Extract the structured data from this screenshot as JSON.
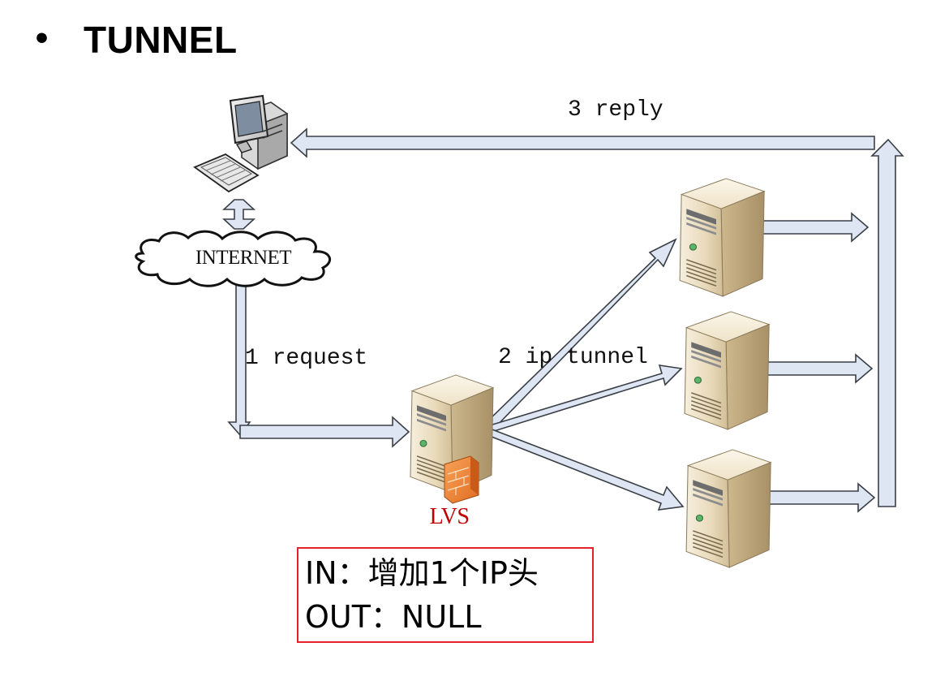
{
  "title": {
    "bullet": "•",
    "text": "TUNNEL"
  },
  "diagram": {
    "labels": {
      "reply": "3 reply",
      "request": "1 request",
      "ip_tunnel": "2 ip tunnel",
      "internet": "INTERNET",
      "lvs": "LVS"
    },
    "nodes": [
      {
        "id": "client",
        "icon": "desktop-computer-icon"
      },
      {
        "id": "internet",
        "icon": "cloud-icon"
      },
      {
        "id": "lvs",
        "icon": "server-with-firewall-icon"
      },
      {
        "id": "real-server-1",
        "icon": "server-icon"
      },
      {
        "id": "real-server-2",
        "icon": "server-icon"
      },
      {
        "id": "real-server-3",
        "icon": "server-icon"
      }
    ],
    "edges": [
      {
        "from": "client",
        "to": "internet",
        "type": "bidirectional"
      },
      {
        "from": "internet",
        "to": "lvs",
        "label": "1 request"
      },
      {
        "from": "lvs",
        "to": "real-server-1",
        "label": "2 ip tunnel"
      },
      {
        "from": "lvs",
        "to": "real-server-2"
      },
      {
        "from": "lvs",
        "to": "real-server-3"
      },
      {
        "from": "real-server-1",
        "to": "client",
        "label": "3 reply"
      },
      {
        "from": "real-server-2",
        "to": "client"
      },
      {
        "from": "real-server-3",
        "to": "client"
      }
    ]
  },
  "note": {
    "in_line": "IN：增加1个IP头",
    "out_line": "OUT：NULL"
  },
  "colors": {
    "arrow_fill": "#dde6f2",
    "arrow_stroke": "#3a3f46",
    "lvs_label": "#c00000",
    "note_border": "#e8202a",
    "server_body": "#e9dcc0",
    "firewall": "#f08a3c"
  }
}
